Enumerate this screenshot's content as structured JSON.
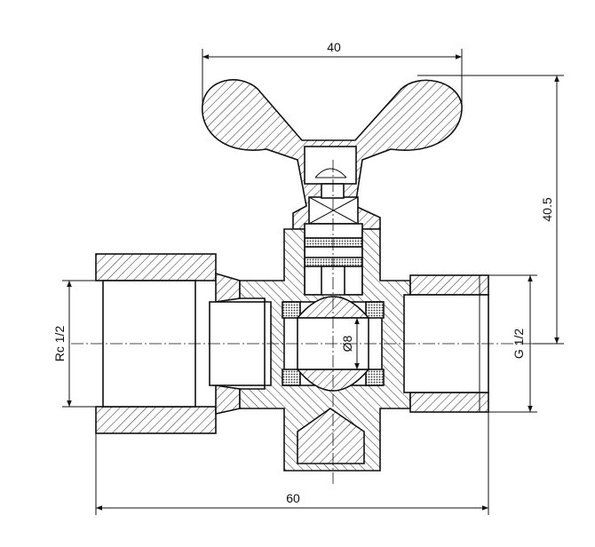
{
  "drawing": {
    "dimensions": {
      "top_width": "40",
      "right_height": "40.5",
      "left_thread": "Rc 1/2",
      "right_thread": "G 1/2",
      "ball_bore": "Ø8",
      "overall_length": "60"
    },
    "colors": {
      "line": "#111111",
      "background": "#ffffff",
      "seal": "#555555"
    }
  }
}
